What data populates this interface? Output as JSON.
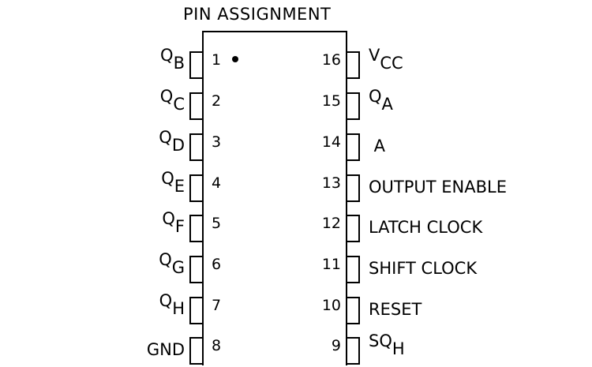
{
  "title": "PIN ASSIGNMENT",
  "pins_left": [
    {
      "number": "1",
      "label": "Q",
      "sub": "B"
    },
    {
      "number": "2",
      "label": "Q",
      "sub": "C"
    },
    {
      "number": "3",
      "label": "Q",
      "sub": "D"
    },
    {
      "number": "4",
      "label": "Q",
      "sub": "E"
    },
    {
      "number": "5",
      "label": "Q",
      "sub": "F"
    },
    {
      "number": "6",
      "label": "Q",
      "sub": "G"
    },
    {
      "number": "7",
      "label": "Q",
      "sub": "H"
    },
    {
      "number": "8",
      "label": "GND",
      "sub": ""
    }
  ],
  "pins_right": [
    {
      "number": "16",
      "label": "V",
      "sub": "CC"
    },
    {
      "number": "15",
      "label": "Q",
      "sub": "A"
    },
    {
      "number": "14",
      "label": " A",
      "sub": ""
    },
    {
      "number": "13",
      "label": "OUTPUT ENABLE",
      "sub": ""
    },
    {
      "number": "12",
      "label": "LATCH CLOCK",
      "sub": ""
    },
    {
      "number": "11",
      "label": "SHIFT CLOCK",
      "sub": ""
    },
    {
      "number": "10",
      "label": "RESET",
      "sub": ""
    },
    {
      "number": "9",
      "label": "SQ",
      "sub": "H"
    }
  ],
  "colors": {
    "ink": "#000000",
    "background": "#ffffff"
  }
}
